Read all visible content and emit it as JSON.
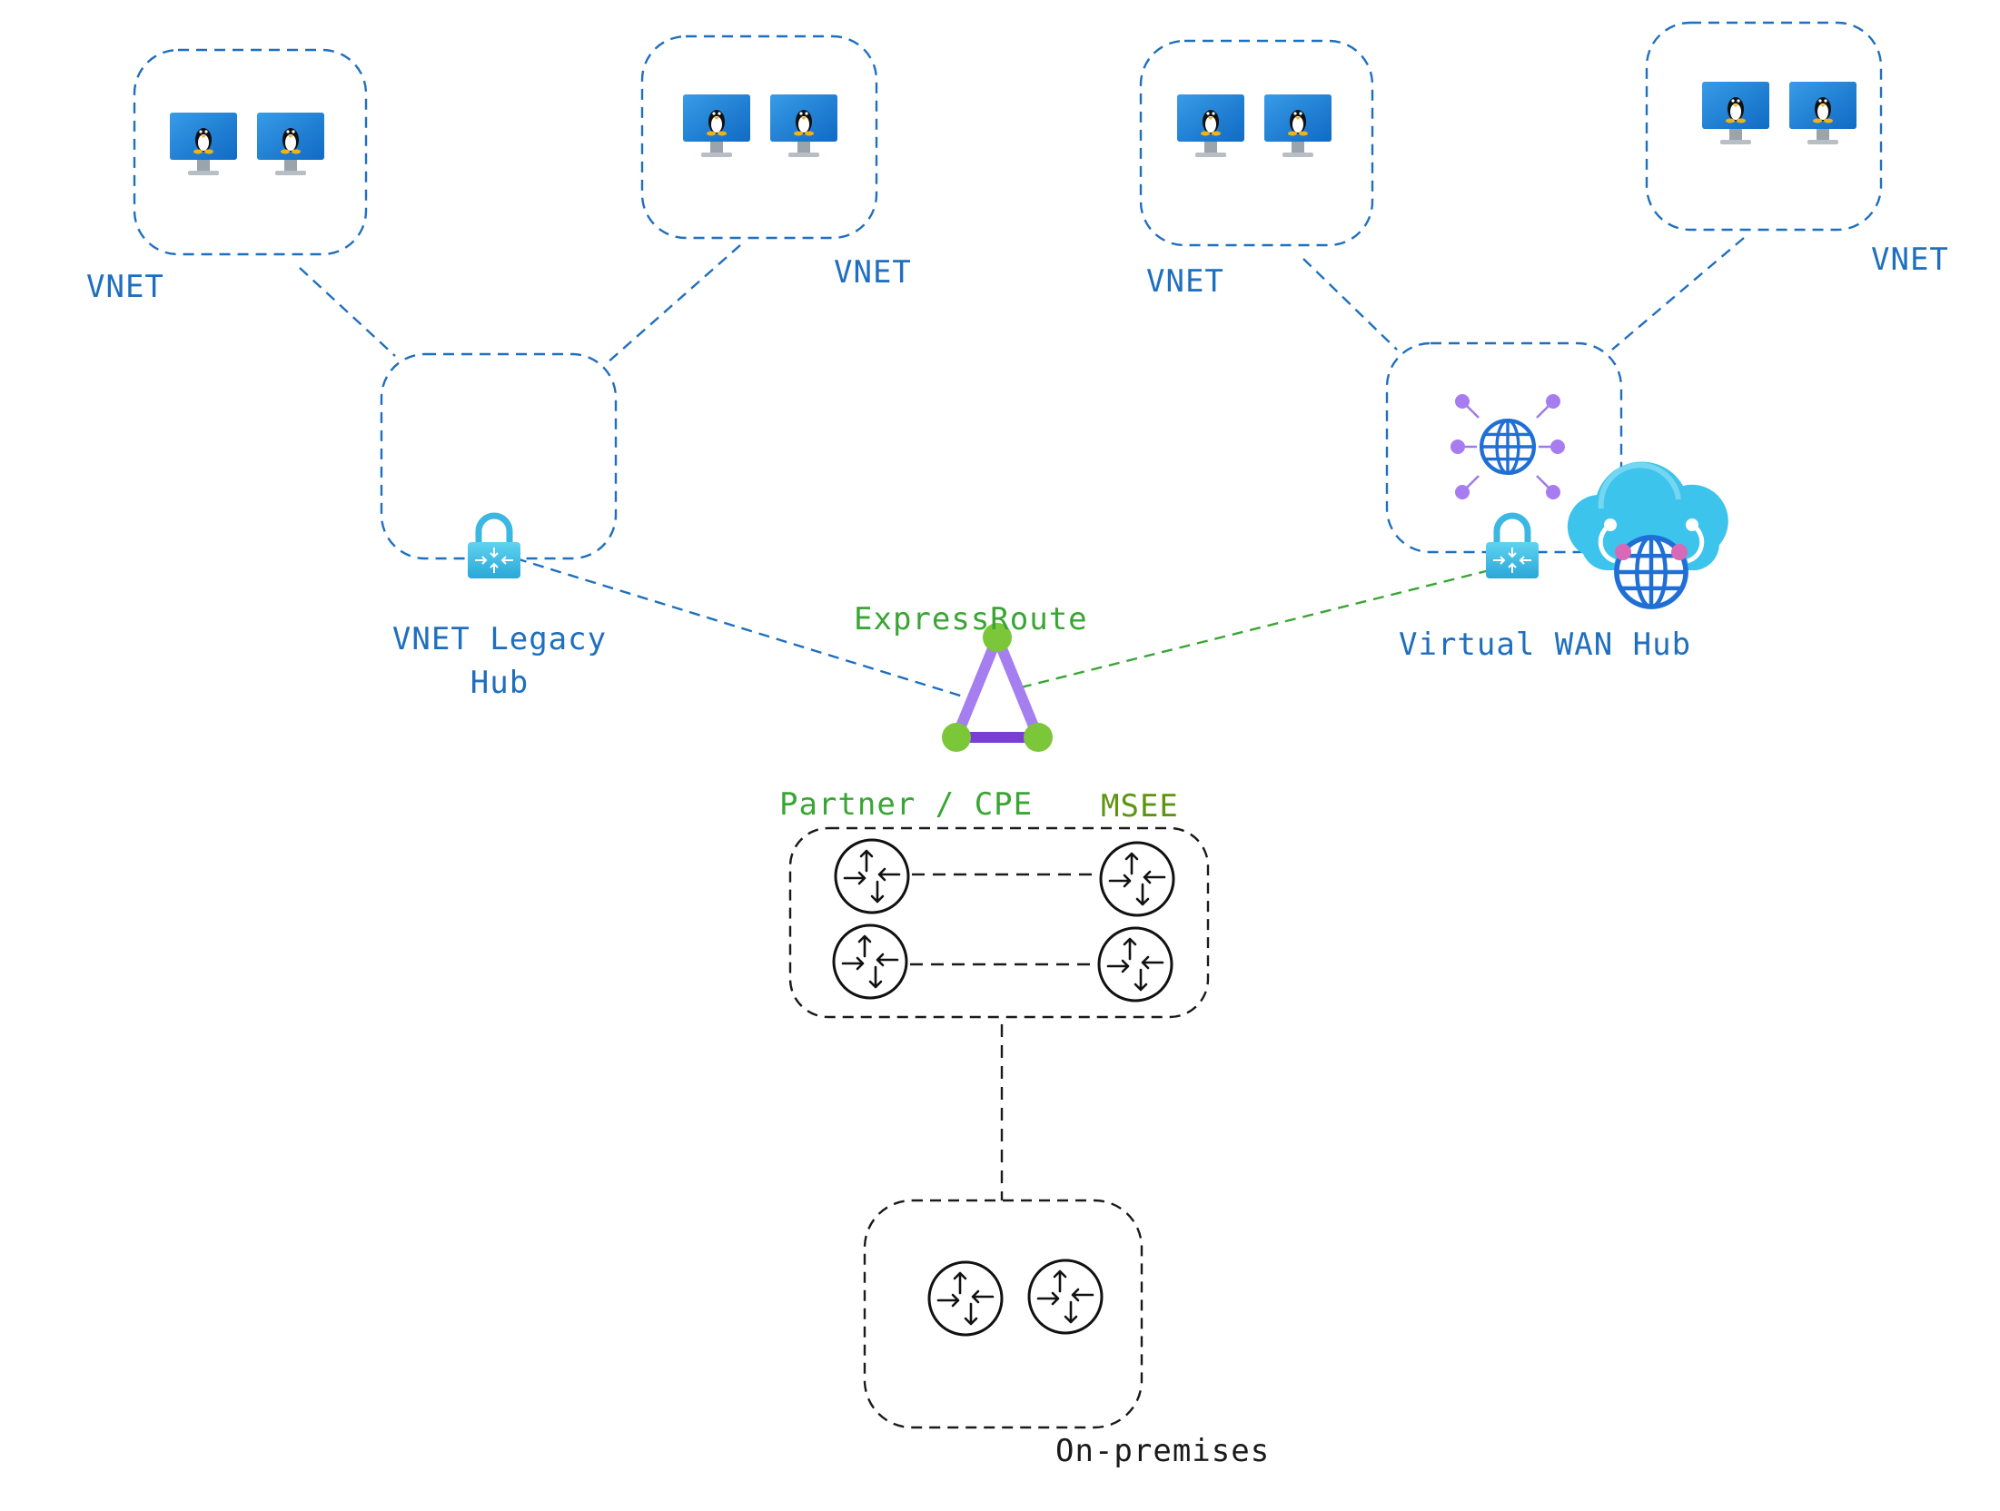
{
  "labels": {
    "vnet_top_left": "VNET",
    "vnet_top_center": "VNET",
    "vnet_top_right_a": "VNET",
    "vnet_top_right_b": "VNET",
    "legacy_hub_line1": "VNET Legacy",
    "legacy_hub_line2": "Hub",
    "expressroute": "ExpressRoute",
    "virtual_wan_hub": "Virtual WAN Hub",
    "partner_cpe": "Partner / CPE",
    "msee": "MSEE",
    "on_premises": "On-premises"
  },
  "colors": {
    "vnet_blue": "#1f6fbf",
    "expressroute_green": "#3aa535",
    "msee_olive": "#5d9410",
    "router_black": "#1a1a1a",
    "expressroute_purple": "#8a4fd8"
  },
  "icons": {
    "vm": "linux-vm-icon",
    "gateway": "vpn-gateway-lock-icon",
    "router": "router-icon",
    "expressroute": "expressroute-triangle-icon",
    "virtual_wan": "virtual-wan-globe-icon",
    "cloud_globe": "cloud-globe-icon"
  }
}
